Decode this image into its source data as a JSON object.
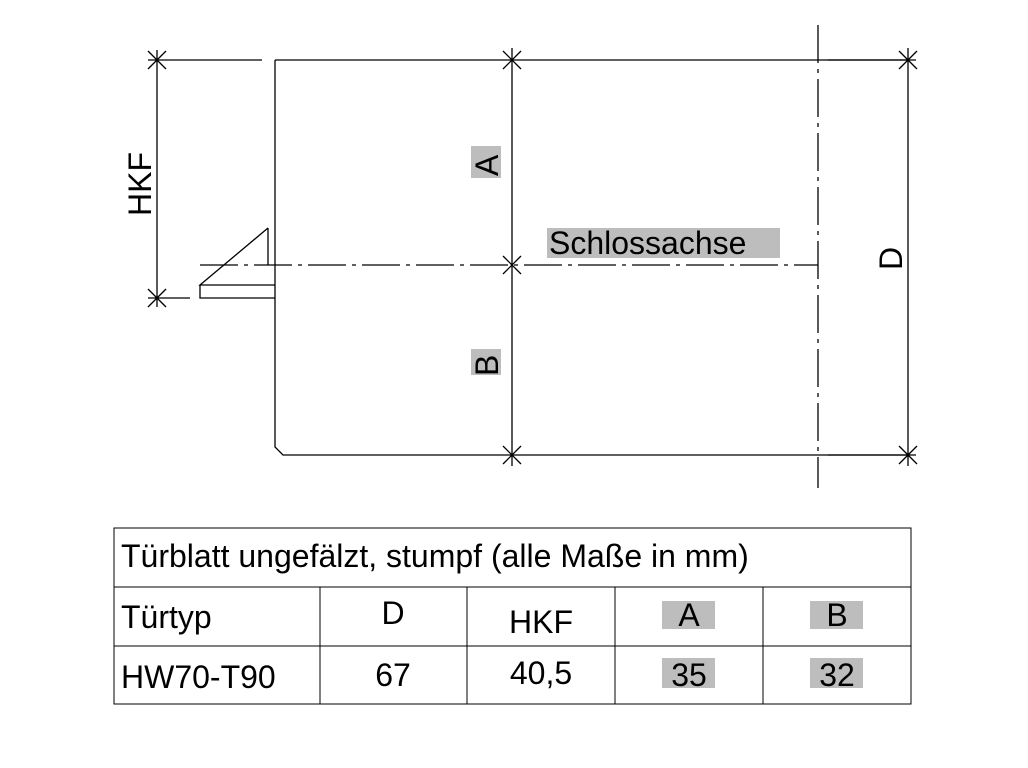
{
  "drawing": {
    "label_hkf": "HKF",
    "label_a": "A",
    "label_b": "B",
    "label_d": "D",
    "label_axis": "Schlossachse",
    "highlight_color": "#bdbdbd"
  },
  "table": {
    "title": "Türblatt ungefälzt, stumpf (alle Maße in mm)",
    "headers": [
      "Türtyp",
      "D",
      "HKF",
      "A",
      "B"
    ],
    "row": [
      "HW70-T90",
      "67",
      "40,5",
      "35",
      "32"
    ]
  }
}
